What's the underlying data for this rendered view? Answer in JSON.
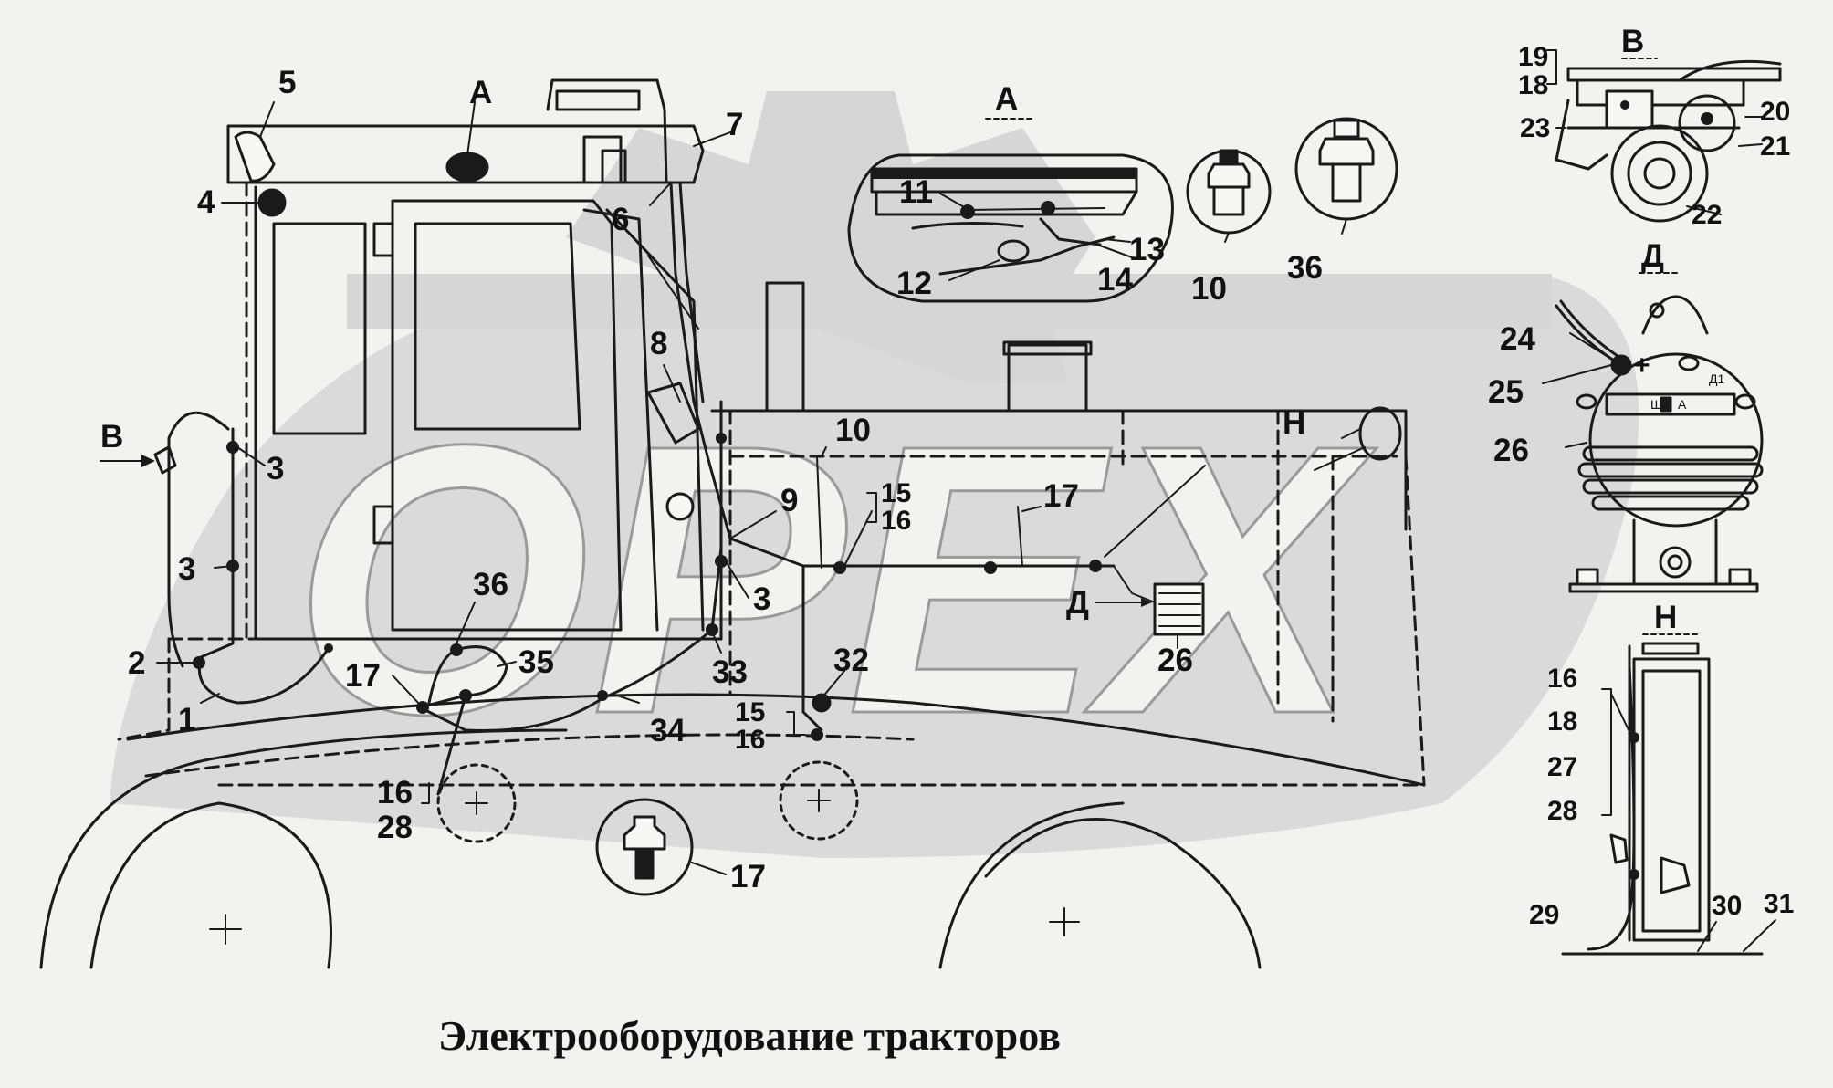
{
  "title": "Электрооборудование тракторов",
  "watermark": "ОРЕХ",
  "views": {
    "a": "А",
    "v": "В",
    "d": "Д",
    "n": "Н"
  },
  "callouts": {
    "c1": "1",
    "c2": "2",
    "c3a": "3",
    "c3b": "3",
    "c3c": "3",
    "c4": "4",
    "c5": "5",
    "c6": "6",
    "c7": "7",
    "c8": "8",
    "c9": "9",
    "c10": "10",
    "c10b": "10",
    "c11": "11",
    "c12": "12",
    "c13": "13",
    "c14": "14",
    "c15a": "15",
    "c16a": "16",
    "c15b": "15",
    "c16b": "16",
    "c16c": "16",
    "c28c": "28",
    "c17a": "17",
    "c17b": "17",
    "c17c": "17",
    "c18": "18",
    "c19": "19",
    "c20": "20",
    "c21": "21",
    "c22": "22",
    "c23": "23",
    "c24": "24",
    "c25": "25",
    "c26a": "26",
    "c26b": "26",
    "c16n": "16",
    "c18n": "18",
    "c27n": "27",
    "c28n": "28",
    "c29": "29",
    "c30": "30",
    "c31": "31",
    "c32": "32",
    "c33": "33",
    "c34": "34",
    "c35": "35",
    "c36a": "36",
    "c36b": "36"
  },
  "view_arrows": {
    "v": "В",
    "d": "Д",
    "n": "Н",
    "a": "А"
  },
  "generator_marks": {
    "plus": "+",
    "d1": "Д1",
    "sh": "Ш",
    "a": "А"
  }
}
